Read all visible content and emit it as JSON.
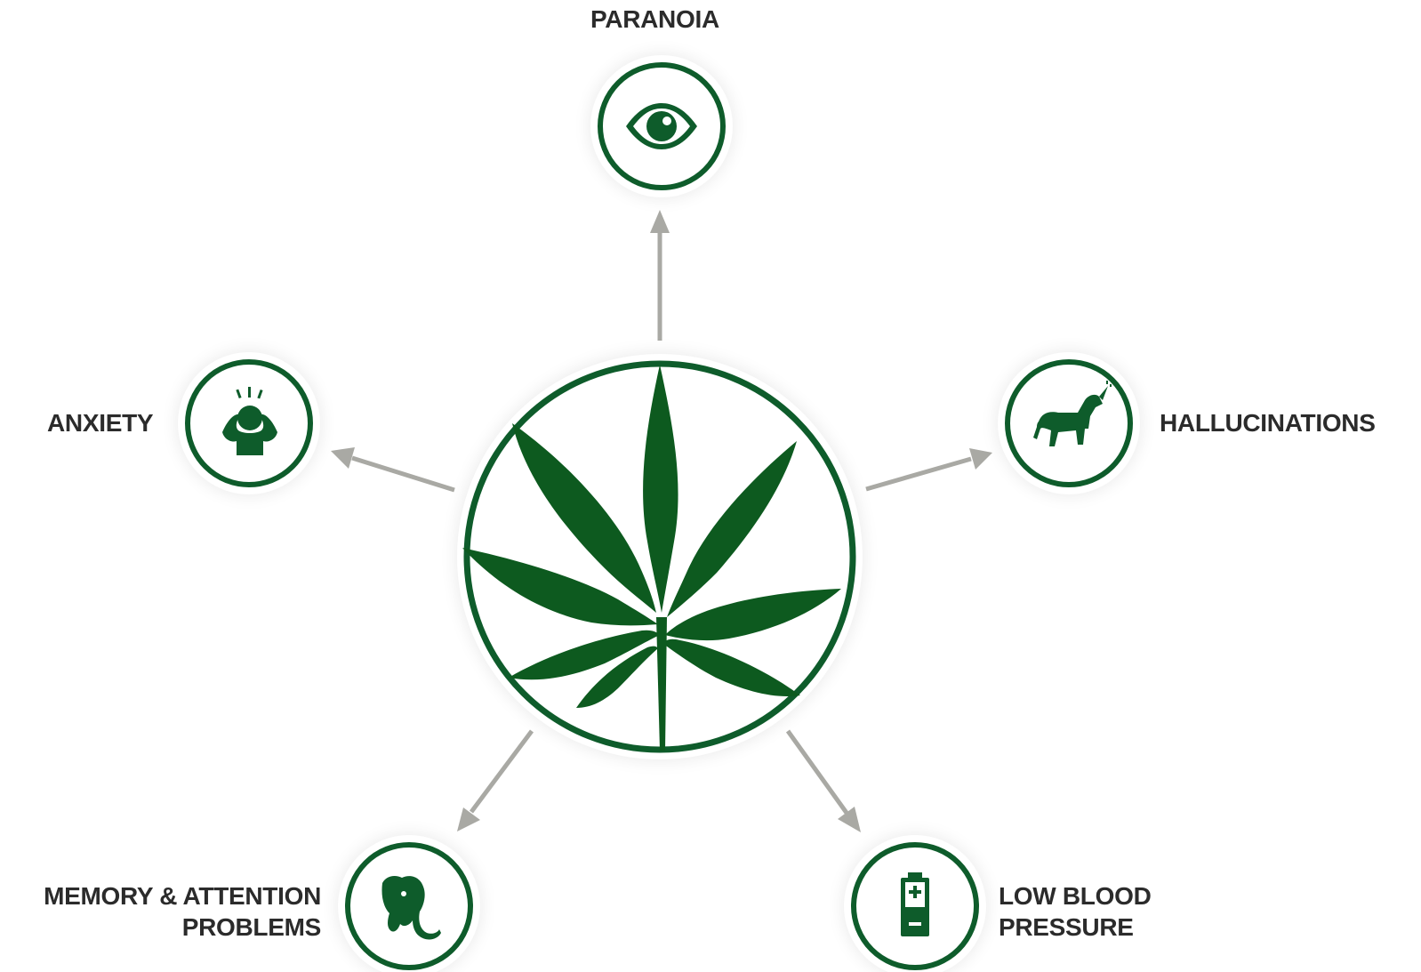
{
  "colors": {
    "green": "#0e5c2b",
    "leaf": "#0d5a1f",
    "arrow": "#a9a9a4",
    "text": "#2b2b2b"
  },
  "center": {
    "icon": "cannabis-leaf-icon"
  },
  "effects": {
    "paranoia": {
      "label": "PARANOIA",
      "icon": "eye-icon"
    },
    "anxiety": {
      "label": "ANXIETY",
      "icon": "stressed-person-icon"
    },
    "hallucinations": {
      "label": "HALLUCINATIONS",
      "icon": "unicorn-icon"
    },
    "memory": {
      "line1": "MEMORY & ATTENTION",
      "line2": "PROBLEMS",
      "icon": "elephant-icon"
    },
    "blood_pressure": {
      "line1": "LOW BLOOD",
      "line2": "PRESSURE",
      "icon": "low-battery-icon"
    }
  }
}
